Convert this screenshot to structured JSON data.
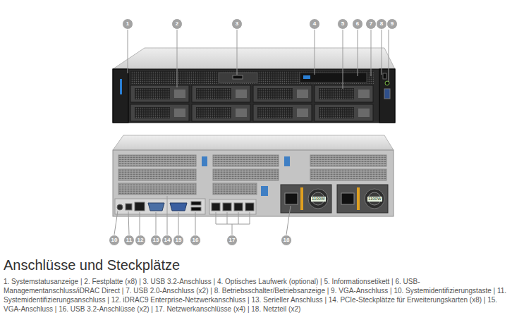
{
  "diagram": {
    "title": "Anschlüsse und Steckplätze",
    "caption": "1. Systemstatusanzeige | 2. Festplatte (x8) | 3. USB 3.2-Anschluss | 4. Optisches Laufwerk (optional) | 5. Informationsetikett | 6. USB-Managementanschluss/iDRAC Direct | 7. USB 2.0-Anschluss (x2) | 8. Betriebsschalter/Betriebsanzeige | 9. VGA-Anschluss | 10. Systemidentifizierungstaste | 11. Systemidentifizierungsanschluss | 12. iDRAC9 Enterprise-Netzwerkanschluss | 13. Serieller Anschluss | 14. PCIe-Steckplätze für Erweiterungskarten (x8) | 15. VGA-Anschluss | 16. USB 3.2-Anschlüsse (x2) | 17. Netzwerkanschlüsse (x4) | 18. Netzteil (x2)",
    "labels": [
      "1",
      "2",
      "3",
      "4",
      "5",
      "6",
      "7",
      "8",
      "9",
      "10",
      "11",
      "12",
      "13",
      "14",
      "15",
      "16",
      "17",
      "18",
      "1100W",
      "1100W"
    ]
  }
}
